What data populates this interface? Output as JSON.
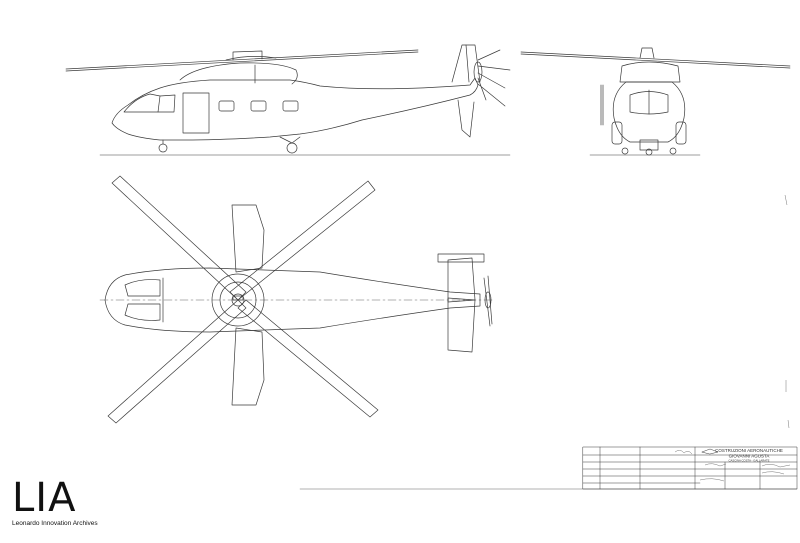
{
  "drawing": {
    "title_block": {
      "company_line1": "COSTRUZIONI AERONAUTICHE",
      "company_line2": "GIOVANNI AGUSTA",
      "company_line3": "CASCINA COSTA - GALLARATE"
    }
  },
  "watermark": {
    "logo_text": "LIA",
    "archive_name": "Leonardo Innovation Archives"
  }
}
